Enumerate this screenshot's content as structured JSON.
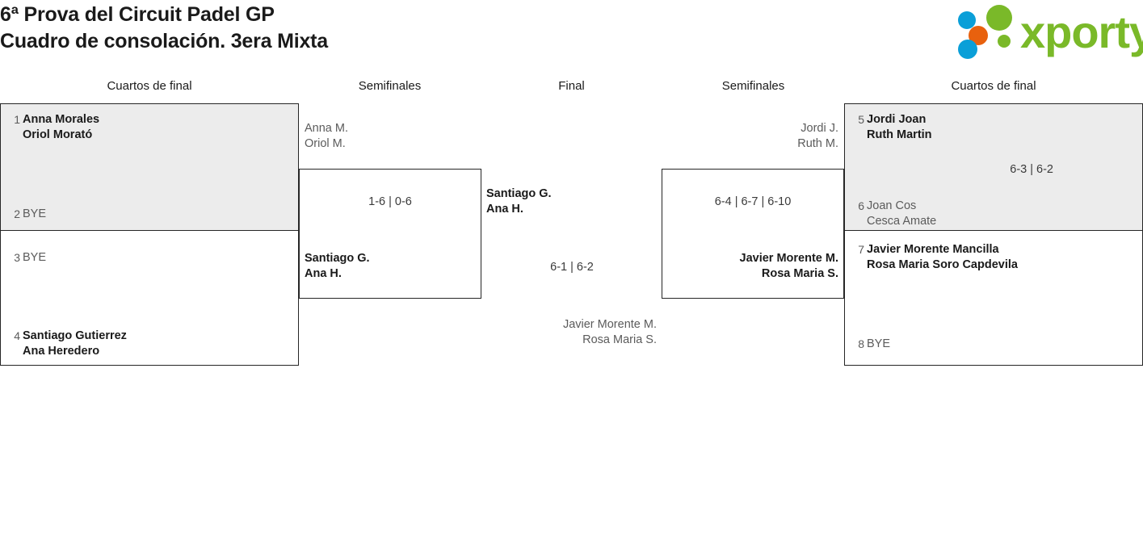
{
  "header": {
    "title_line1": "6ª Prova del Circuit Padel GP",
    "title_line2": "Cuadro de consolación. 3era Mixta",
    "logo_text": "xporty",
    "logo_colors": {
      "green": "#7ab929",
      "blue": "#0a9fd8",
      "orange": "#e8610e"
    }
  },
  "rounds": {
    "qf_left": "Cuartos de final",
    "sf_left": "Semifinales",
    "final": "Final",
    "sf_right": "Semifinales",
    "qf_right": "Cuartos de final"
  },
  "quarterfinals_left": {
    "match1": {
      "score": "",
      "top": {
        "seed": "1",
        "line1": "Anna Morales",
        "line2": "Oriol Morató",
        "state": "win"
      },
      "bottom": {
        "seed": "2",
        "line1": "BYE",
        "line2": "",
        "state": "bye"
      }
    },
    "match2": {
      "score": "",
      "top": {
        "seed": "3",
        "line1": "BYE",
        "line2": "",
        "state": "bye"
      },
      "bottom": {
        "seed": "4",
        "line1": "Santiago Gutierrez",
        "line2": "Ana Heredero",
        "state": "win"
      }
    }
  },
  "semifinal_left": {
    "score": "1-6 | 0-6",
    "top": {
      "line1": "Anna M.",
      "line2": "Oriol M.",
      "state": "lose"
    },
    "bottom": {
      "line1": "Santiago G.",
      "line2": "Ana H.",
      "state": "win"
    }
  },
  "final": {
    "score": "6-1 | 6-2",
    "top": {
      "line1": "Santiago G.",
      "line2": "Ana H.",
      "state": "win"
    },
    "bottom": {
      "line1": "Javier Morente M.",
      "line2": "Rosa Maria S.",
      "state": "lose"
    }
  },
  "semifinal_right": {
    "score": "6-4 | 6-7 | 6-10",
    "top": {
      "line1": "Jordi J.",
      "line2": "Ruth M.",
      "state": "lose"
    },
    "bottom": {
      "line1": "Javier Morente M.",
      "line2": "Rosa Maria S.",
      "state": "win"
    }
  },
  "quarterfinals_right": {
    "match1": {
      "score": "6-3 | 6-2",
      "top": {
        "seed": "5",
        "line1": "Jordi Joan",
        "line2": "Ruth Martin",
        "state": "win"
      },
      "bottom": {
        "seed": "6",
        "line1": "Joan Cos",
        "line2": "Cesca Amate",
        "state": "lose"
      }
    },
    "match2": {
      "score": "",
      "top": {
        "seed": "7",
        "line1": "Javier Morente Mancilla",
        "line2": "Rosa Maria Soro Capdevila",
        "state": "win"
      },
      "bottom": {
        "seed": "8",
        "line1": "BYE",
        "line2": "",
        "state": "bye"
      }
    }
  }
}
